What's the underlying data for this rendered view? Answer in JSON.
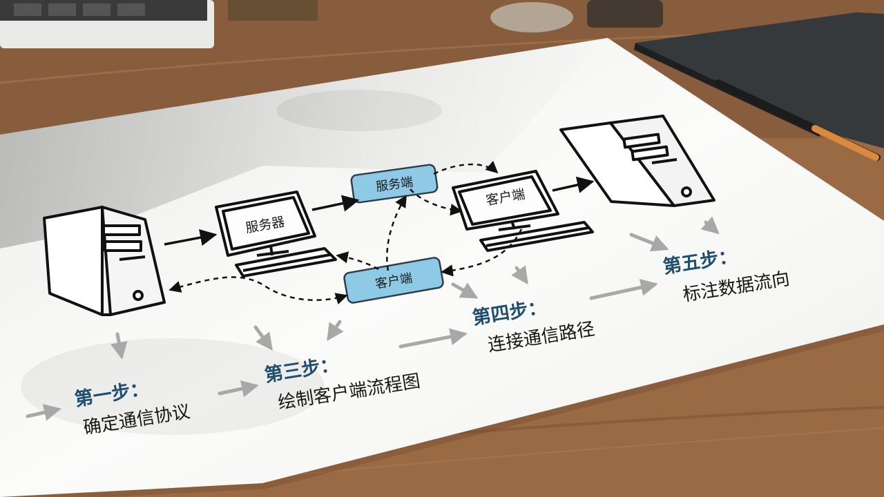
{
  "devices": {
    "monitor_left_label": "服务器",
    "monitor_right_label": "客户端"
  },
  "pills": {
    "server_pill": "服务端",
    "client_pill": "客户端"
  },
  "steps": [
    {
      "title": "第一步：",
      "desc": "确定通信协议"
    },
    {
      "title": "第三步：",
      "desc": "绘制客户端流程图"
    },
    {
      "title": "第四步：",
      "desc": "连接通信路径"
    },
    {
      "title": "第五步：",
      "desc": "标注数据流向"
    }
  ],
  "colors": {
    "pill_fill": "#8ec9e6",
    "step_title": "#1f4e6e",
    "paper": "#f7f7f5",
    "desk": "#9a6a45"
  }
}
